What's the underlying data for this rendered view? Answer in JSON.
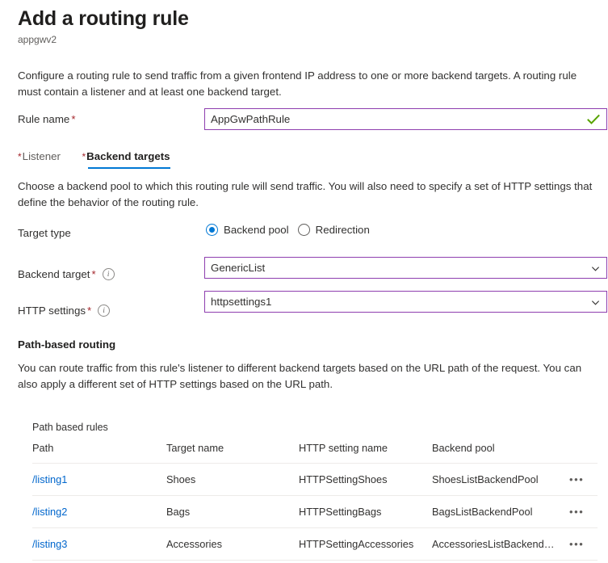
{
  "header": {
    "title": "Add a routing rule",
    "subtitle": "appgwv2"
  },
  "descriptions": {
    "main": "Configure a routing rule to send traffic from a given frontend IP address to one or more backend targets. A routing rule must contain a listener and at least one backend target.",
    "backend": "Choose a backend pool to which this routing rule will send traffic. You will also need to specify a set of HTTP settings that define the behavior of the routing rule.",
    "path": "You can route traffic from this rule's listener to different backend targets based on the URL path of the request. You can also apply a different set of HTTP settings based on the URL path."
  },
  "rule_name": {
    "label": "Rule name",
    "required_marker": "*",
    "value": "AppGwPathRule",
    "placeholder": "",
    "validation_icon": "green-check-icon",
    "border_color": "#8e3eaf",
    "check_color": "#57a300"
  },
  "tabs": [
    {
      "label": "Listener",
      "required_marker": "*",
      "active": false
    },
    {
      "label": "Backend targets",
      "required_marker": "*",
      "active": true
    }
  ],
  "tab_accent_color": "#0078d4",
  "target_type": {
    "label": "Target type",
    "options": [
      {
        "label": "Backend pool",
        "selected": true
      },
      {
        "label": "Redirection",
        "selected": false
      }
    ],
    "accent_color": "#0078d4"
  },
  "backend_target": {
    "label": "Backend target",
    "required_marker": "*",
    "info_icon": "info-circle-icon",
    "value": "GenericList",
    "chevron": "chevron-down-icon"
  },
  "http_settings": {
    "label": "HTTP settings",
    "required_marker": "*",
    "info_icon": "info-circle-icon",
    "value": "httpsettings1",
    "chevron": "chevron-down-icon"
  },
  "path_based_routing": {
    "heading": "Path-based routing",
    "table_caption": "Path based rules",
    "columns": [
      "Path",
      "Target name",
      "HTTP setting name",
      "Backend pool"
    ],
    "rows": [
      {
        "path": "/listing1",
        "target_name": "Shoes",
        "http_setting_name": "HTTPSettingShoes",
        "backend_pool": "ShoesListBackendPool",
        "menu": "•••"
      },
      {
        "path": "/listing2",
        "target_name": "Bags",
        "http_setting_name": "HTTPSettingBags",
        "backend_pool": "BagsListBackendPool",
        "menu": "•••"
      },
      {
        "path": "/listing3",
        "target_name": "Accessories",
        "http_setting_name": "HTTPSettingAccessories",
        "backend_pool": "AccessoriesListBackendP...",
        "menu": "•••"
      }
    ],
    "link_color": "#0066cc"
  }
}
